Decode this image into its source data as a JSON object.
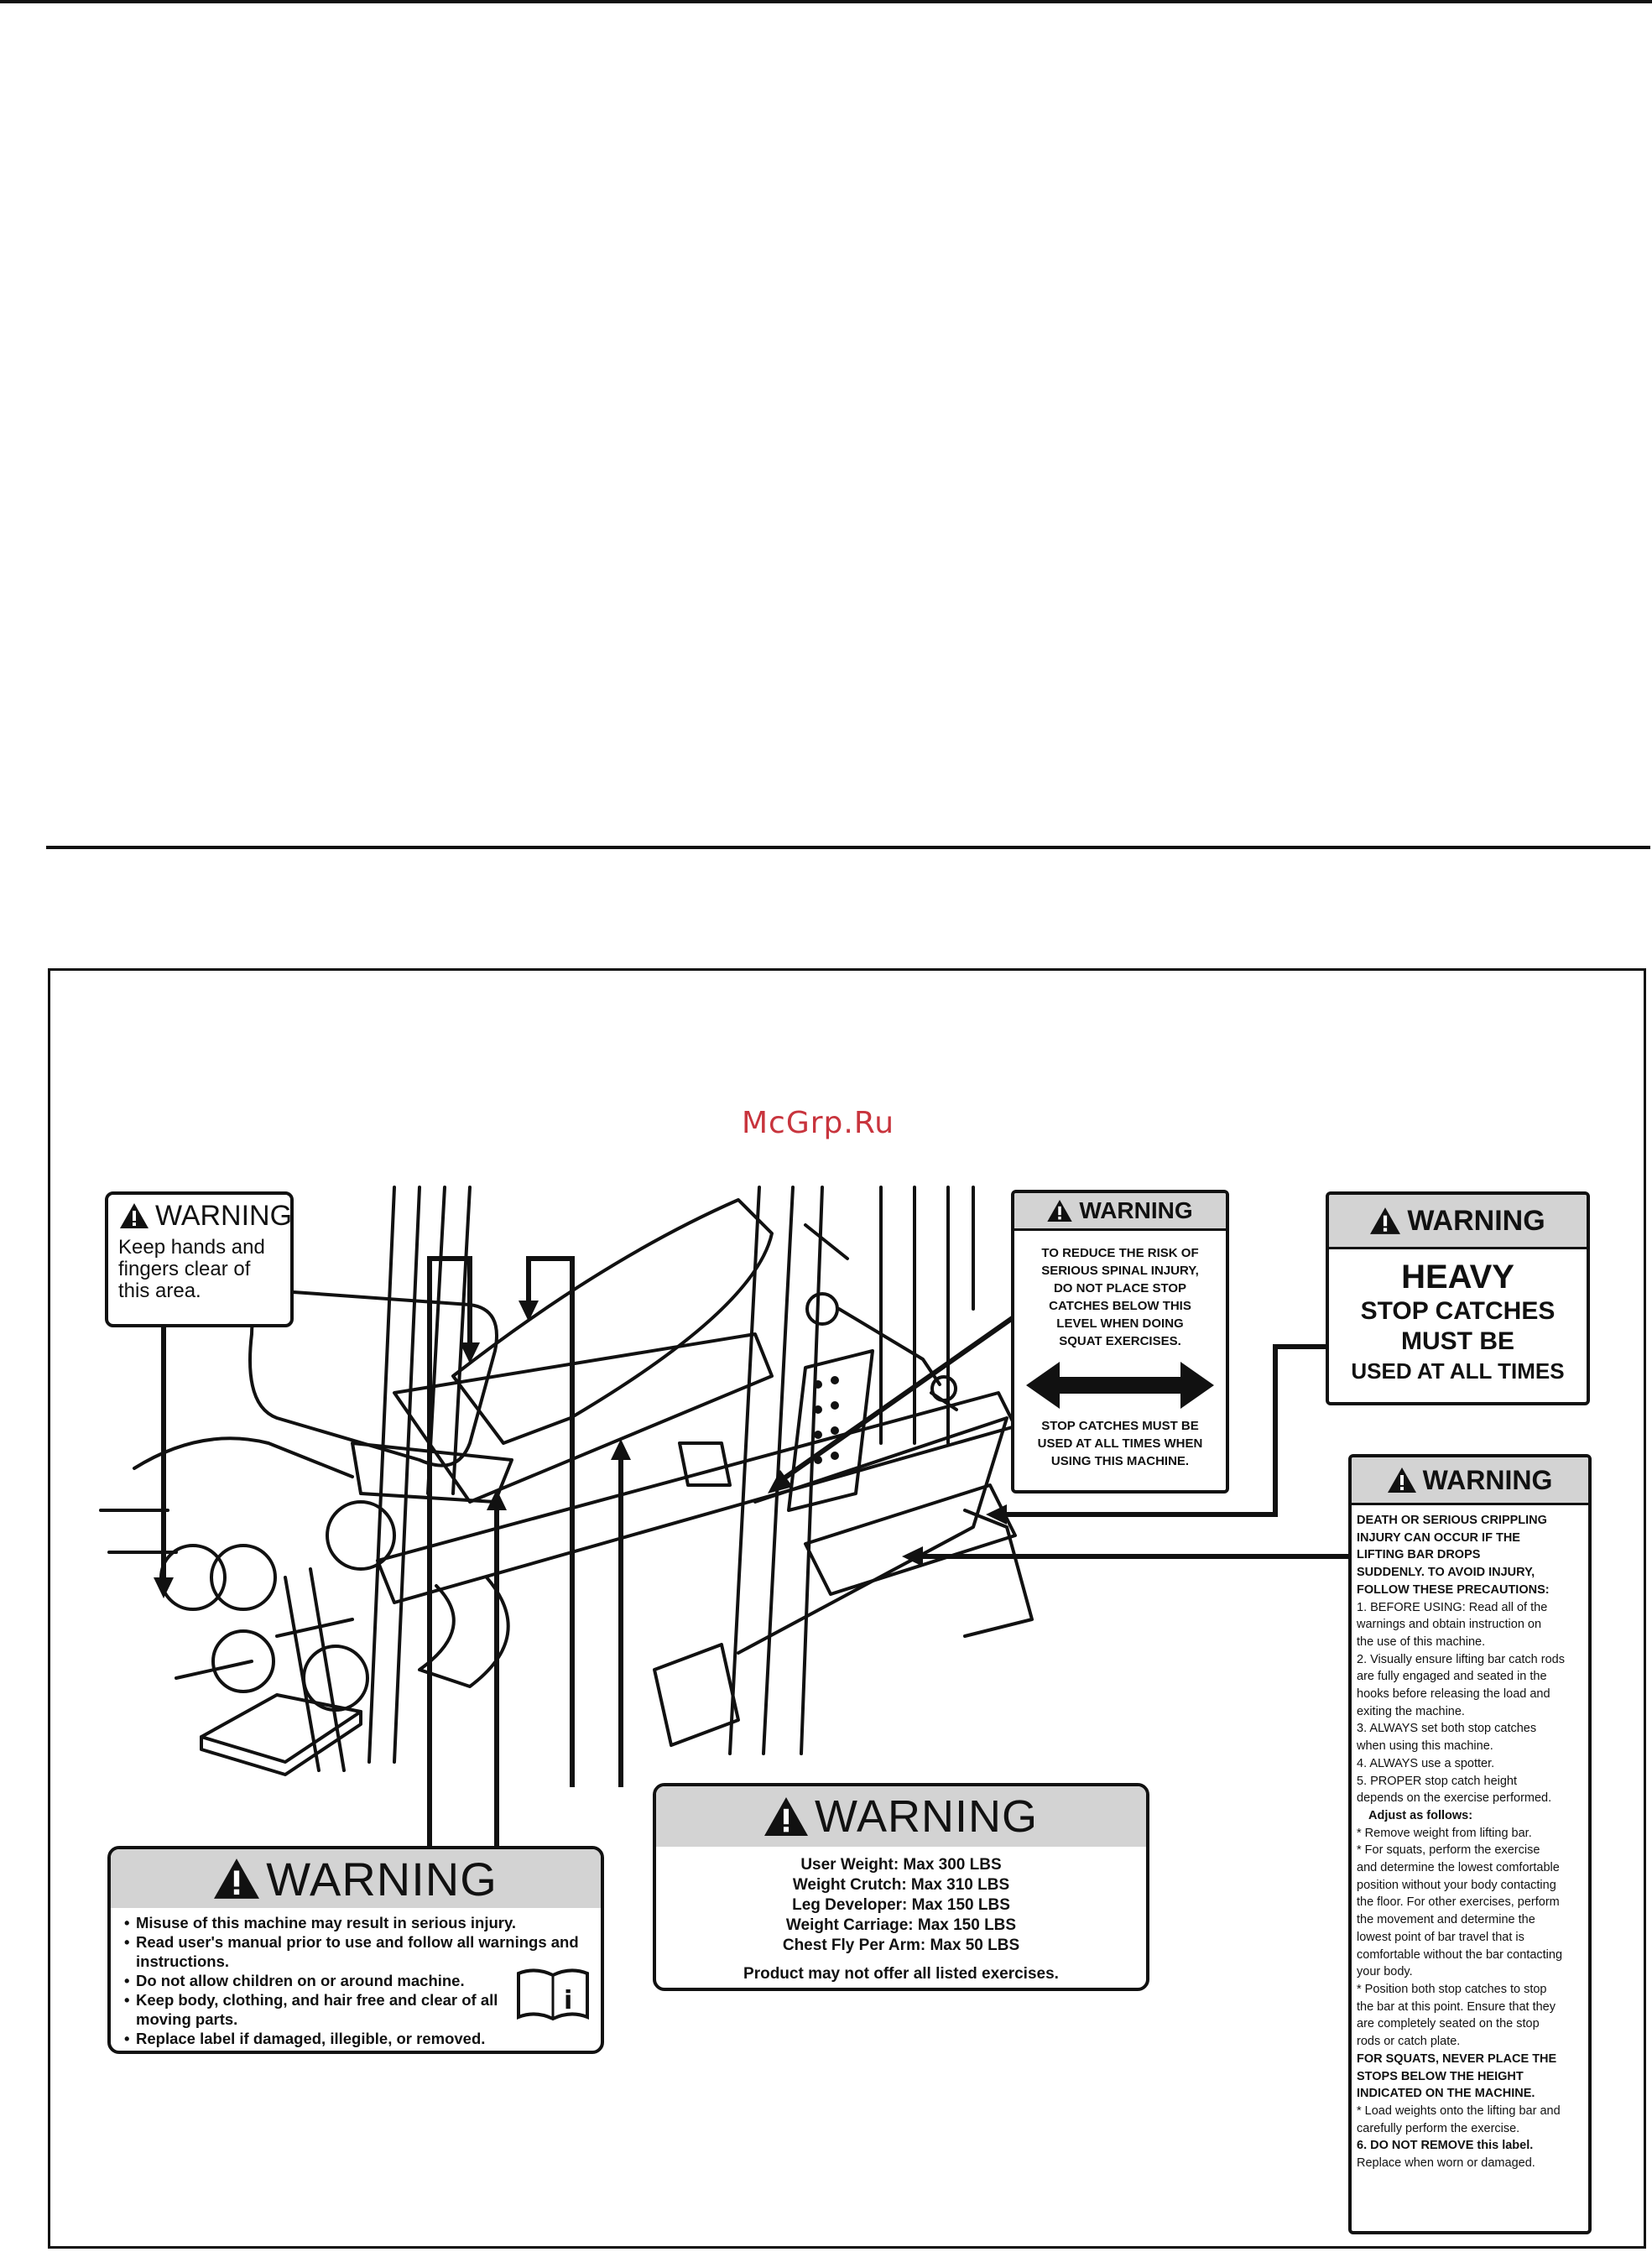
{
  "watermark": "McGrp.Ru",
  "labels": {
    "keep_hands": {
      "heading": "WARNING",
      "lines": [
        "Keep hands and",
        "fingers clear of",
        "this area."
      ]
    },
    "spinal": {
      "heading": "WARNING",
      "top_lines": [
        "TO REDUCE THE RISK OF",
        "SERIOUS SPINAL INJURY,",
        "DO NOT PLACE STOP",
        "CATCHES BELOW THIS",
        "LEVEL WHEN DOING",
        "SQUAT EXERCISES."
      ],
      "bottom_lines": [
        "STOP CATCHES MUST BE",
        "USED AT ALL TIMES WHEN",
        "USING THIS MACHINE."
      ]
    },
    "heavy": {
      "heading": "WARNING",
      "line1": "HEAVY",
      "line2": "STOP CATCHES",
      "line3": "MUST BE",
      "line4": "USED AT ALL TIMES"
    },
    "crippling": {
      "heading": "WARNING",
      "lines": [
        "DEATH OR SERIOUS CRIPPLING",
        "INJURY CAN OCCUR IF THE",
        "LIFTING BAR DROPS",
        "SUDDENLY. TO AVOID INJURY,",
        "FOLLOW THESE PRECAUTIONS:",
        "1.  BEFORE USING: Read all of the",
        "warnings and obtain instruction on",
        "the use of this machine.",
        "2. Visually ensure lifting bar catch rods",
        "are fully engaged and seated in the",
        "hooks before releasing the load and",
        "exiting the machine.",
        "3. ALWAYS set both stop catches",
        "when using this machine.",
        "4. ALWAYS use a spotter.",
        "5. PROPER stop catch height",
        "depends on the exercise performed.",
        "Adjust as follows:",
        "* Remove weight from lifting bar.",
        "* For squats, perform the exercise",
        "and determine the lowest comfortable",
        "position without your body contacting",
        "the floor. For other exercises, perform",
        "the movement and determine the",
        "lowest point of bar travel that is",
        "comfortable without the bar contacting",
        "your body.",
        "* Position both stop catches to stop",
        "the bar at this point. Ensure that they",
        "are completely seated on the stop",
        "rods or catch plate.",
        "FOR SQUATS, NEVER PLACE THE",
        "STOPS BELOW THE HEIGHT",
        "INDICATED ON THE MACHINE.",
        "* Load weights onto the lifting bar and",
        "carefully perform the exercise.",
        "6. DO NOT REMOVE this label.",
        "Replace when worn or damaged."
      ]
    },
    "weights": {
      "heading": "WARNING",
      "lines": [
        "User Weight: Max 300 LBS",
        "Weight Crutch: Max 310 LBS",
        "Leg Developer: Max 150 LBS",
        "Weight Carriage: Max 150 LBS",
        "Chest Fly Per Arm: Max 50 LBS"
      ],
      "footer": "Product may not offer all listed exercises."
    },
    "misuse": {
      "heading": "WARNING",
      "items": [
        "Misuse of this machine may result in serious injury.",
        "Read user's manual prior to use and follow all warnings and instructions.",
        "Do not allow children on or around machine.",
        "Keep body, clothing, and hair free and clear of all moving parts.",
        "Replace label if damaged, illegible, or removed."
      ],
      "book_icon_letter": "i"
    }
  }
}
